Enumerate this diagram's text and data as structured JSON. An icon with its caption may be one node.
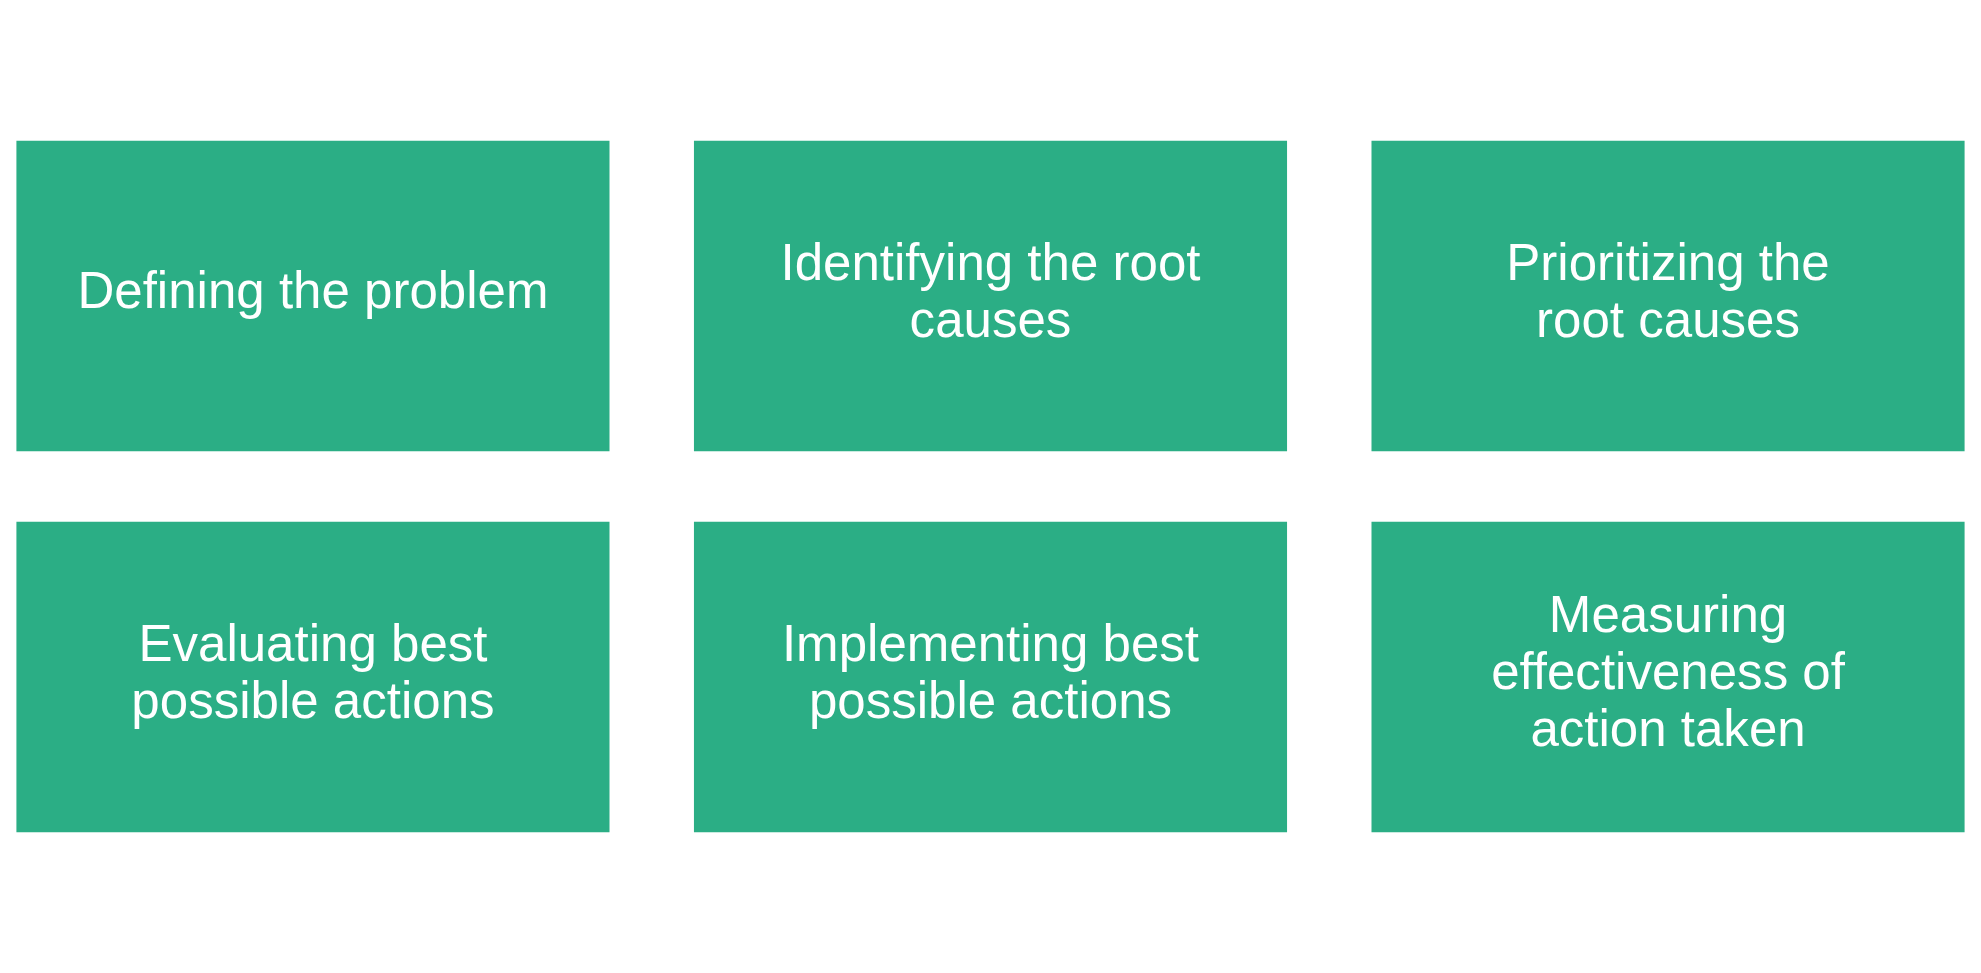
{
  "diagram": {
    "nodes": [
      {
        "text": [
          "Defining the problem"
        ]
      },
      {
        "text": [
          "Identifying the root causes"
        ]
      },
      {
        "text": [
          "Prioritizing the root causes"
        ]
      },
      {
        "text": [
          "Evaluating best possible actions"
        ]
      },
      {
        "text": [
          "Implementing best possible actions"
        ]
      },
      {
        "text": [
          "Measuring effectiveness of action taken"
        ]
      }
    ],
    "edges": []
  }
}
